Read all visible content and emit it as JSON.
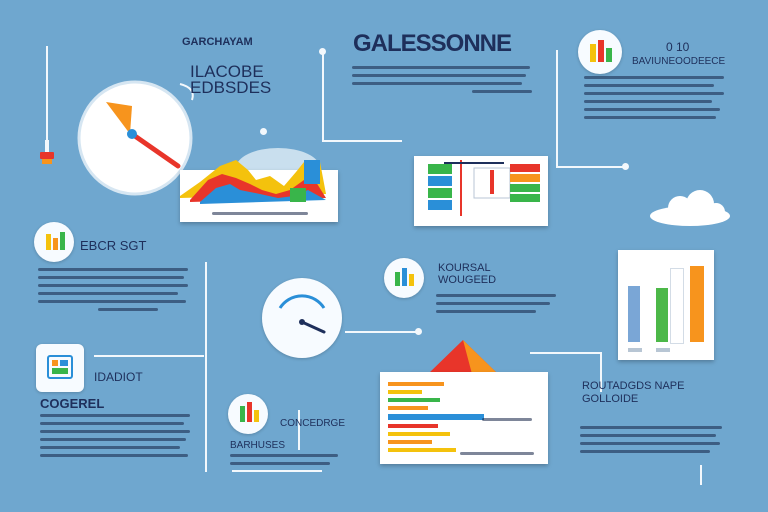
{
  "headings": {
    "top_center_title": "GALESSONNE",
    "top_left_small": "GARCHAYAM",
    "top_left_big": "ILACOBE EDBSDES",
    "top_right_small": "0 10",
    "top_right_main": "BAVIUNEOODEECE",
    "left_mid": "EBCR SGT",
    "center_mid": "KOURSAL WOUGEED",
    "left_lower_small": "IDADIOT",
    "left_lower_big": "COGEREL",
    "right_lower": "ROUTADGDS NAPE GOLLOIDE",
    "bottom_center": "BARHUSES",
    "bottom_center_side": "CONCEDRGE"
  },
  "colors": {
    "background": "#6fa7cf",
    "orange": "#f7941d",
    "red": "#e8352a",
    "green": "#39b54a",
    "blue": "#2a8fd8",
    "yellow": "#f4c20d",
    "navy": "#1e2f5b"
  },
  "icons": {
    "gauge": "gauge-icon",
    "cloud": "cloud-icon",
    "thermometer": "thermometer-icon",
    "bar_chart": "bar-chart-icon",
    "calculator": "calculator-icon",
    "pyramid": "pyramid-icon"
  }
}
